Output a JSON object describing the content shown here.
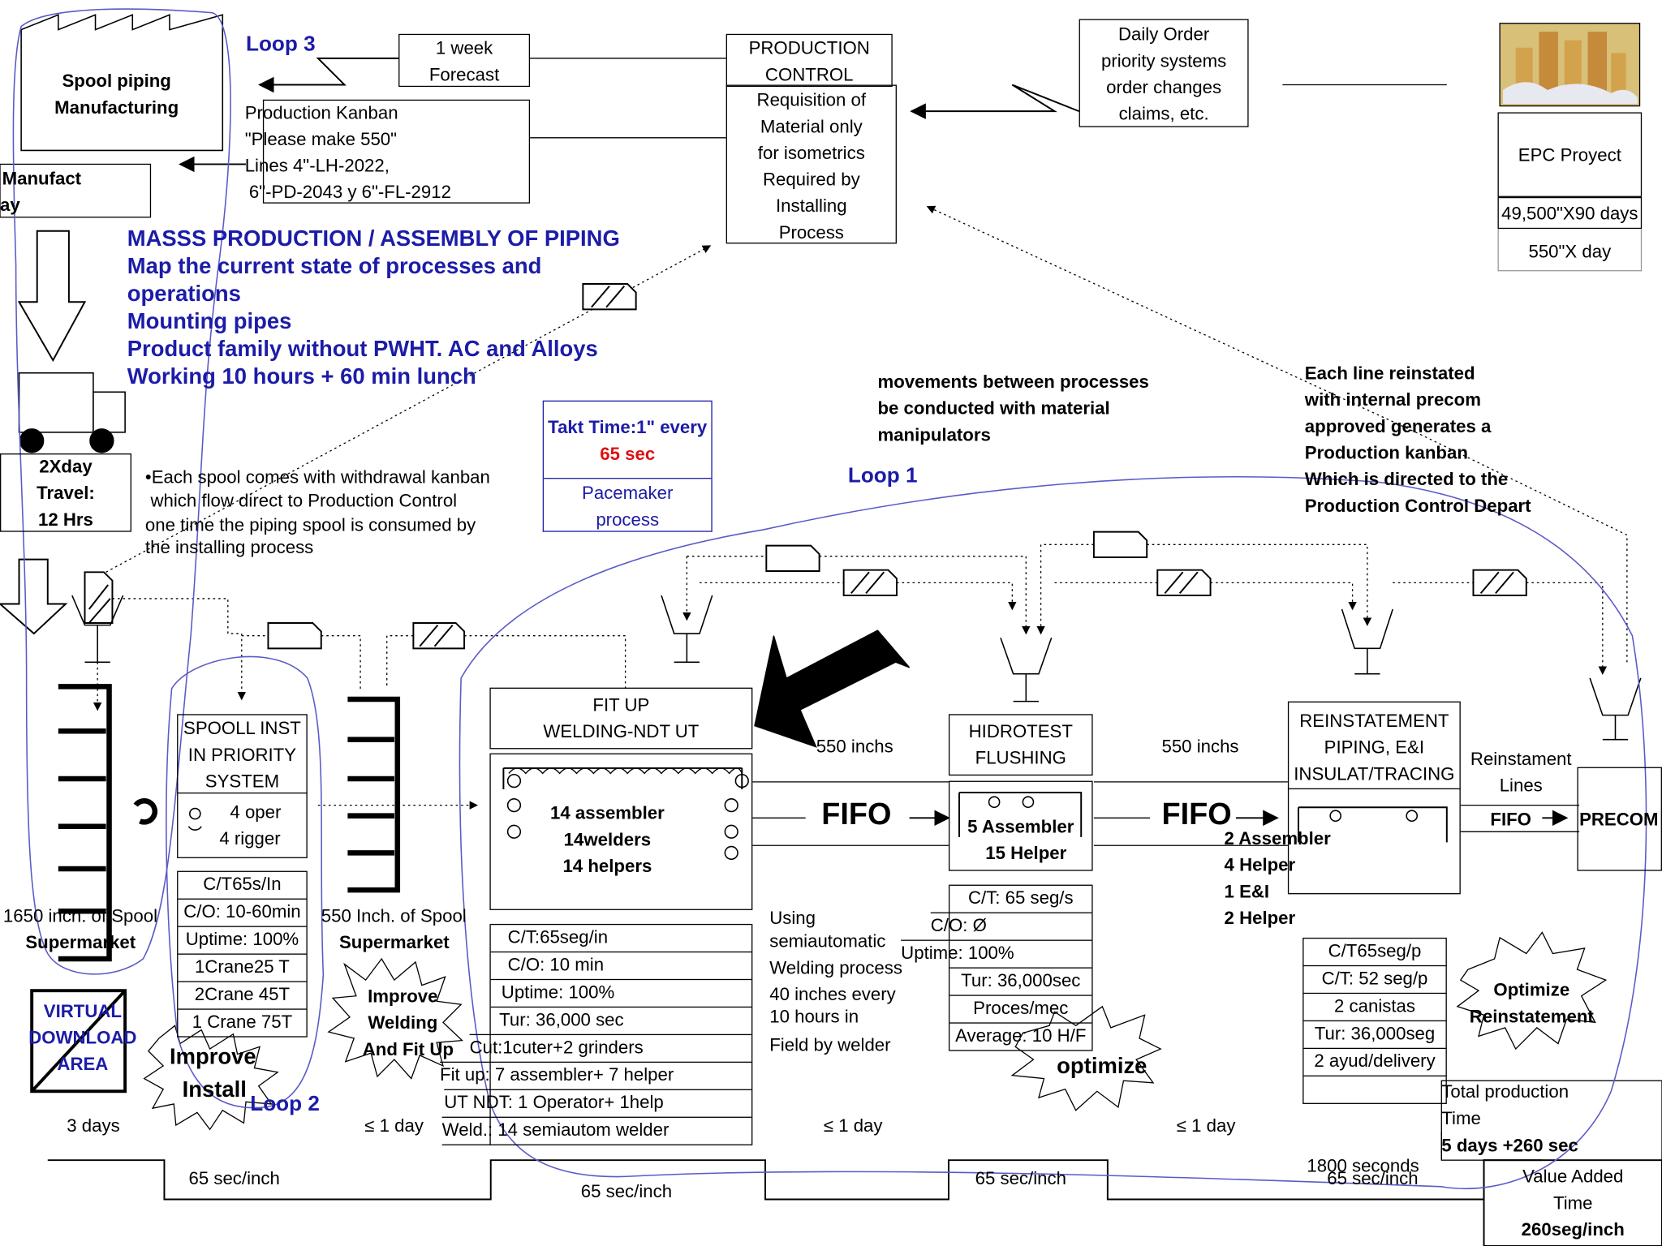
{
  "loops": {
    "loop1": "Loop 1",
    "loop2": "Loop 2",
    "loop3": "Loop 3"
  },
  "supplier": {
    "name_line1": "Spool piping",
    "name_line2": "Manufacturing",
    "label_line1": "Manufact",
    "label_line2": "ay"
  },
  "forecast": {
    "line1": "1 week",
    "line2": "Forecast"
  },
  "production_control": {
    "line1": "PRODUCTION",
    "line2": "CONTROL",
    "req": [
      "Requisition  of",
      "Material only",
      "for  isometrics",
      "Required by",
      "Installing",
      "Process"
    ]
  },
  "daily_order": [
    "Daily Order",
    "priority systems",
    "order changes",
    "claims, etc."
  ],
  "customer": {
    "name": "EPC Proyect",
    "demand1": "49,500\"X90 days",
    "demand2": "550\"X day"
  },
  "production_kanban": [
    "Production Kanban",
    "\"Please make 550\"",
    "Lines 4\"-LH-2022,",
    "6\"-PD-2043 y 6\"-FL-2912"
  ],
  "headline": [
    "MASSS PRODUCTION / ASSEMBLY OF PIPING",
    "Map the current state of processes and",
    "operations",
    "Mounting pipes",
    "Product family without PWHT. AC and Alloys",
    "Working 10 hours + 60 min lunch"
  ],
  "transport": {
    "freq": "2Xday",
    "travel": "Travel:",
    "hrs": "12 Hrs"
  },
  "spool_note": [
    "•Each spool comes with withdrawal  kanban",
    "which flow direct to Production Control",
    "one time the piping spool  is consumed by",
    "the installing process"
  ],
  "takt": {
    "line1": "Takt Time:1\" every",
    "line2": "65 sec",
    "pace1": "Pacemaker",
    "pace2": "process"
  },
  "movements_note": [
    "movements between processes",
    "be conducted with  material",
    "manipulators"
  ],
  "reinstated_note": [
    "Each line reinstated",
    "with internal precom",
    "approved generates a",
    "Production kanban",
    "Which is directed to the",
    "Production Control Depart"
  ],
  "process_spool": {
    "title": [
      "SPOOLL INST",
      "IN PRIORITY",
      "SYSTEM"
    ],
    "ops": [
      "4 oper",
      "4 rigger"
    ],
    "data": [
      "C/T65s/In",
      "C/O: 10-60min",
      "Uptime: 100%",
      "1Crane25 T",
      "2Crane 45T",
      "1 Crane 75T"
    ]
  },
  "process_fitup": {
    "title": [
      "FIT UP",
      "WELDING-NDT UT"
    ],
    "ops": [
      "14 assembler",
      "14welders",
      "14 helpers"
    ],
    "data": [
      "C/T:65seg/in",
      "C/O: 10 min",
      "Uptime: 100%",
      "Tur: 36,000 sec",
      "Cut:1cuter+2 grinders",
      "Fit up: 7 assembler+ 7 helper",
      "UT NDT: 1 Operator+ 1help",
      "Weld.: 14 semiautom welder"
    ]
  },
  "process_hidro": {
    "title": [
      "HIDROTEST",
      "FLUSHING"
    ],
    "ops": [
      "5 Assembler",
      "15 Helper"
    ],
    "data": [
      "C/T: 65 seg/s",
      "C/O: Ø",
      "Uptime: 100%",
      "Tur: 36,000sec",
      "Proces/mec",
      "Average: 10 H/F"
    ]
  },
  "process_reinst": {
    "title": [
      "REINSTATEMENT",
      "PIPING, E&I",
      "INSULAT/TRACING"
    ],
    "ops": [
      "2 Assembler",
      "4 Helper",
      "1 E&I",
      "2 Helper"
    ],
    "data": [
      "C/T65seg/p",
      "C/T: 52 seg/p",
      "2 canistas",
      "Tur: 36,000seg",
      "2 ayud/delivery"
    ]
  },
  "supermarkets": {
    "sm1_qty": "1650 inch. of Spool",
    "sm1_label": "Supermarket",
    "sm2_qty": "550 Inch. of Spool",
    "sm2_label": "Supermarket"
  },
  "fifo": {
    "fifo1": "FIFO",
    "fifo2": "FIFO",
    "fifo3": "FIFO",
    "qty1": "550 inchs",
    "qty2": "550 inchs",
    "reinst_lines1": "Reinstament",
    "reinst_lines2": "Lines",
    "precom": "PRECOM"
  },
  "welding_note": [
    "Using",
    "semiautomatic",
    "Welding process",
    "40 inches every",
    "10 hours in",
    "Field by welder"
  ],
  "virtual_area": [
    "VIRTUAL",
    "DOWNLOAD",
    "AREA"
  ],
  "kaizen": {
    "install1": "Improve",
    "install2": "Install",
    "weld1": "Improve",
    "weld2": "Welding",
    "weld3": "And Fit Up",
    "optimize": "optimize",
    "opt_re1": "Optimize",
    "opt_re2": "Reinstatement"
  },
  "timeline": {
    "days": [
      "3 days",
      "≤ 1 day",
      "≤ 1 day",
      "≤ 1 day"
    ],
    "secs": [
      "65  sec/inch",
      "65  sec/inch",
      "65  sec/inch",
      "65  sec/inch"
    ],
    "seconds_total": "1800 seconds"
  },
  "summary": {
    "total1": "Total production",
    "total2": "Time",
    "total3": "5 days +260 sec",
    "va1": "Value Added",
    "va2": "Time",
    "va3": "260seg/inch"
  },
  "colors": {
    "blue": "#1c1ca8",
    "red": "#e01010",
    "pen": "#5a5ac8"
  }
}
